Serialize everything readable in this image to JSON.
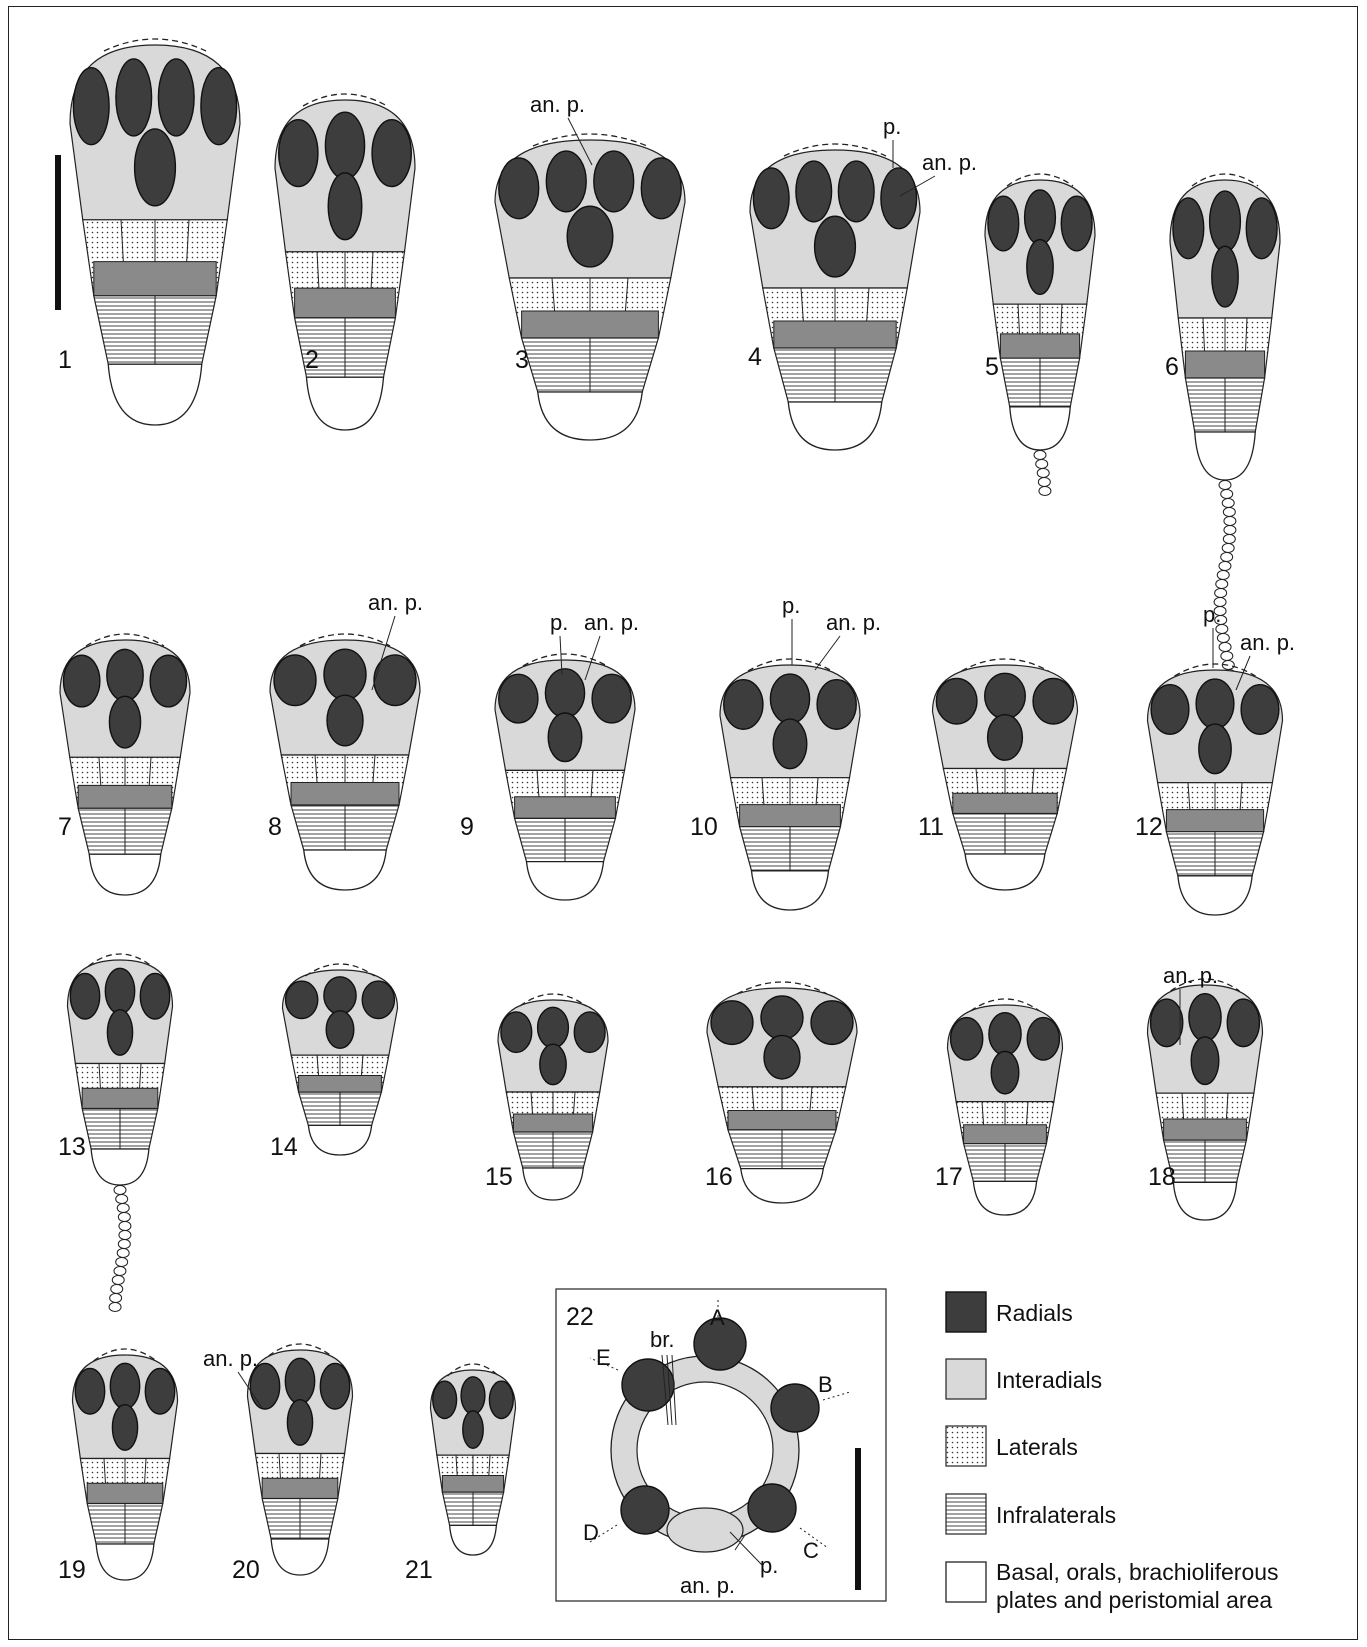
{
  "figure_numbers": [
    "1",
    "2",
    "3",
    "4",
    "5",
    "6",
    "7",
    "8",
    "9",
    "10",
    "11",
    "12",
    "13",
    "14",
    "15",
    "16",
    "17",
    "18",
    "19",
    "20",
    "21",
    "22"
  ],
  "annotations": {
    "an_p": "an. p.",
    "p": "p.",
    "br": "br."
  },
  "orientation_labels": {
    "A": "A",
    "B": "B",
    "C": "C",
    "D": "D",
    "E": "E"
  },
  "legend": [
    {
      "key": "radials",
      "label": "Radials",
      "color": "#3d3d3d"
    },
    {
      "key": "interadials",
      "label": "Interadials",
      "color": "#d9d9d9"
    },
    {
      "key": "laterals",
      "label": "Laterals",
      "color": "#ffffff"
    },
    {
      "key": "infralaterals",
      "label": "Infralaterals",
      "color": "#ffffff"
    },
    {
      "key": "basal",
      "label": "Basal, orals, brachioliferous",
      "label2": "plates and peristomial area",
      "color": "#ffffff"
    }
  ]
}
